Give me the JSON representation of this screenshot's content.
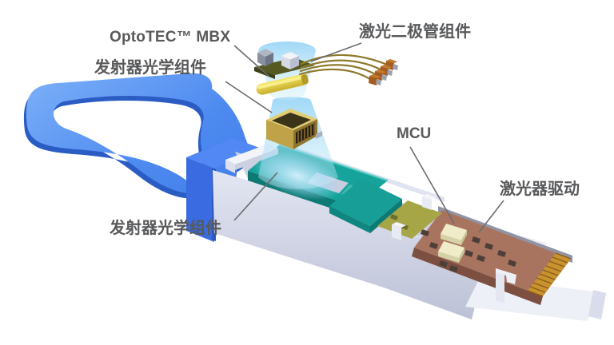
{
  "labels": {
    "optotec_mbx": "OptoTEC™ MBX",
    "transmitter_optics_top": "发射器光学组件",
    "laser_diode_assembly": "激光二极管组件",
    "mcu": "MCU",
    "laser_driver": "激光器驱动",
    "transmitter_optics_bottom": "发射器光学组件"
  },
  "colors": {
    "label_text": "#58595b",
    "leader_line": "#6b6c6e",
    "pull_tab_blue": "#4a86ef",
    "bezel_blue": "#3a6be0",
    "housing_gray": "#d7dae8",
    "cover_teal": "#16a39b",
    "pcb_olive": "#a6a647",
    "pcb_brown": "#a9745f",
    "gold_connector": "#c8922f",
    "component_gold": "#d8c05a",
    "light_cone_blue": "#a9ddf7",
    "fiber_gold": "#8f7a2c"
  }
}
